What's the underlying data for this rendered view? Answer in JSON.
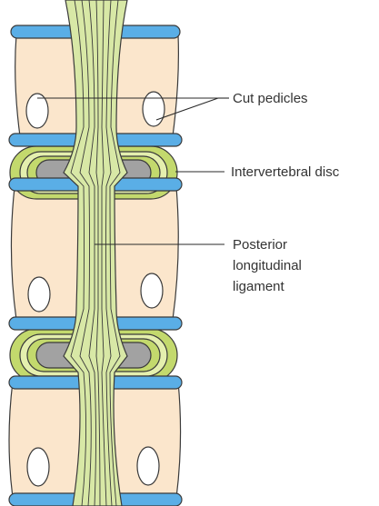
{
  "colors": {
    "vertebra_fill": "#fbe6cc",
    "vertebra_edge": "#efc29a",
    "endplate_blue": "#5aaee6",
    "disc_outer": "#c3d96d",
    "disc_inner": "#e4efae",
    "disc_nucleus": "#a2a2a2",
    "ligament": "#d8e8a6",
    "outline": "#3a3a3a"
  },
  "labels": {
    "cut_pedicles": "Cut pedicles",
    "intervertebral_disc": "Intervertebral disc",
    "posterior_line1": "Posterior",
    "posterior_line2": "longitudinal",
    "posterior_line3": "ligament"
  }
}
